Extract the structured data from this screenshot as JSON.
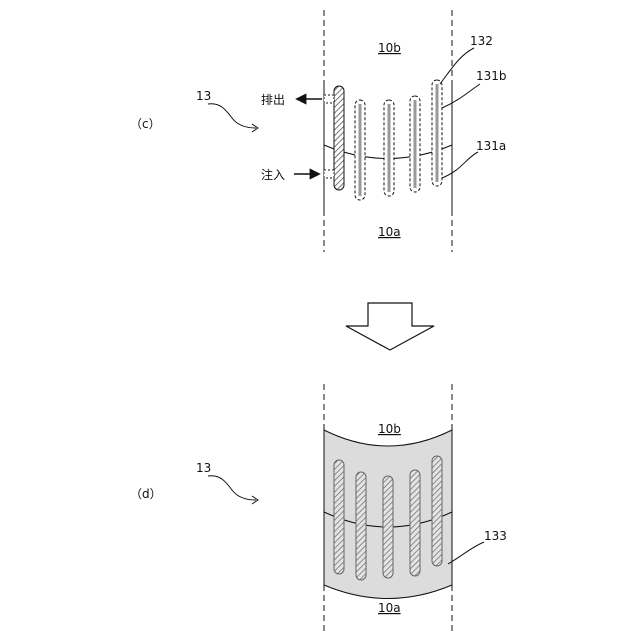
{
  "panel_c": {
    "label": "（c）",
    "ref": "13",
    "top_region": "10b",
    "bottom_region": "10a",
    "callouts": {
      "top": "132",
      "middle": "131b",
      "lower": "131a"
    },
    "discharge_label": "排出",
    "inject_label": "注入"
  },
  "panel_d": {
    "label": "（d）",
    "ref": "13",
    "top_region": "10b",
    "bottom_region": "10a",
    "callout": "133"
  },
  "colors": {
    "line": "#111111",
    "fill": "#d9d9d9",
    "hatch": "#555555"
  }
}
